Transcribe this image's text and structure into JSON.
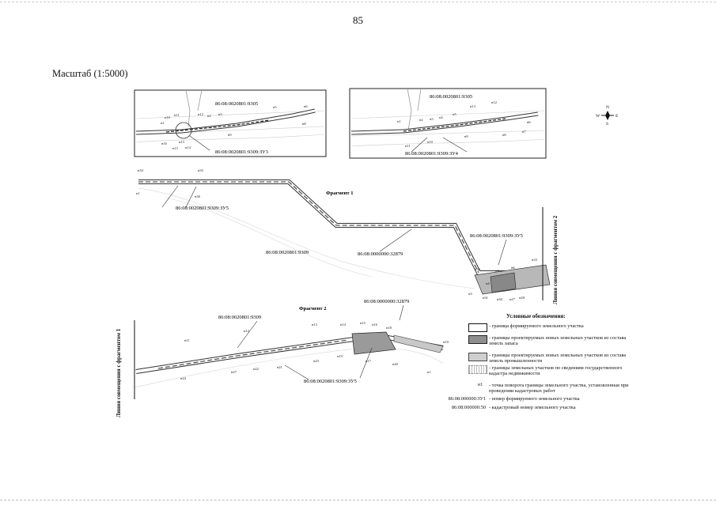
{
  "page_number": "85",
  "scale_title": "Масштаб (1:5000)",
  "compass": {
    "north": "N",
    "south": "S",
    "west": "W",
    "east": "E"
  },
  "inset1": {
    "parcel": "86:08:0020801:9305",
    "parcel_new": "86:08:0020801:9309:ЗУ3",
    "points": [
      "н10",
      "н11",
      "н12",
      "н2",
      "н3",
      "н1",
      "н9",
      "н13",
      "н14",
      "н15",
      "н16",
      "н5",
      "н6",
      "н8"
    ]
  },
  "inset2": {
    "parcel": "86:08:0020801:9305",
    "parcel_new": "86:08:0020801:9309:ЗУ4",
    "points": [
      "н1",
      "н2",
      "н3",
      "н4",
      "н5",
      "н12",
      "н13",
      "н11",
      "н10",
      "н9",
      "н8",
      "н7",
      "н6"
    ]
  },
  "fragment1": {
    "title": "Фрагмент 1",
    "parcel_zu5": "86:08:0020801:9309:ЗУ5",
    "parcel_9309": "86:08:0020801:9309",
    "parcel_32879": "86:08:0000000:32879",
    "parcel_zu5_right": "86:08:0020801:9309:ЗУ5",
    "points": [
      "н34",
      "н35",
      "н1",
      "н36",
      "н32",
      "н5",
      "н6",
      "н4",
      "н31",
      "н30",
      "н27",
      "н28",
      "н3",
      "н33"
    ]
  },
  "fragment2": {
    "title": "Фрагмент 2",
    "parcel_9309": "86:08:0020801:9309",
    "parcel_32879": "86:08:0000000:32879",
    "parcel_zu5": "86:08:0020801:9309:ЗУ5",
    "points": [
      "н11",
      "н12",
      "н24",
      "н27",
      "н22",
      "н21",
      "н13",
      "н23",
      "н14",
      "н15",
      "н16",
      "н18",
      "н19",
      "н17",
      "н20",
      "н10",
      "н1"
    ]
  },
  "side_label_right": "Линия совмещения с фрагментом 2",
  "side_label_left": "Линия совмещения с фрагментом 1",
  "legend": {
    "title": "Условные обозначения:",
    "items": [
      {
        "swatch": "white",
        "text": "- граница формируемого земельного участка"
      },
      {
        "swatch": "grey",
        "text": "- границы проектируемых новых земельных участков из состава земель запаса"
      },
      {
        "swatch": "light",
        "text": "- границы проектируемых новых земельных участков из состава земель промышленности"
      },
      {
        "swatch": "dotted",
        "text": "- границы земельных участков по сведениям государственного кадастра недвижимости"
      },
      {
        "code": "н1",
        "text": "- точка поворота границы земельного участка, установленная при проведении кадастровых работ"
      },
      {
        "code": "86:08:000000:ЗУ1",
        "text": "- номер формируемого земельного участка"
      },
      {
        "code": "86:08:000000:50",
        "text": "- кадастровый номер земельного участка"
      }
    ]
  }
}
